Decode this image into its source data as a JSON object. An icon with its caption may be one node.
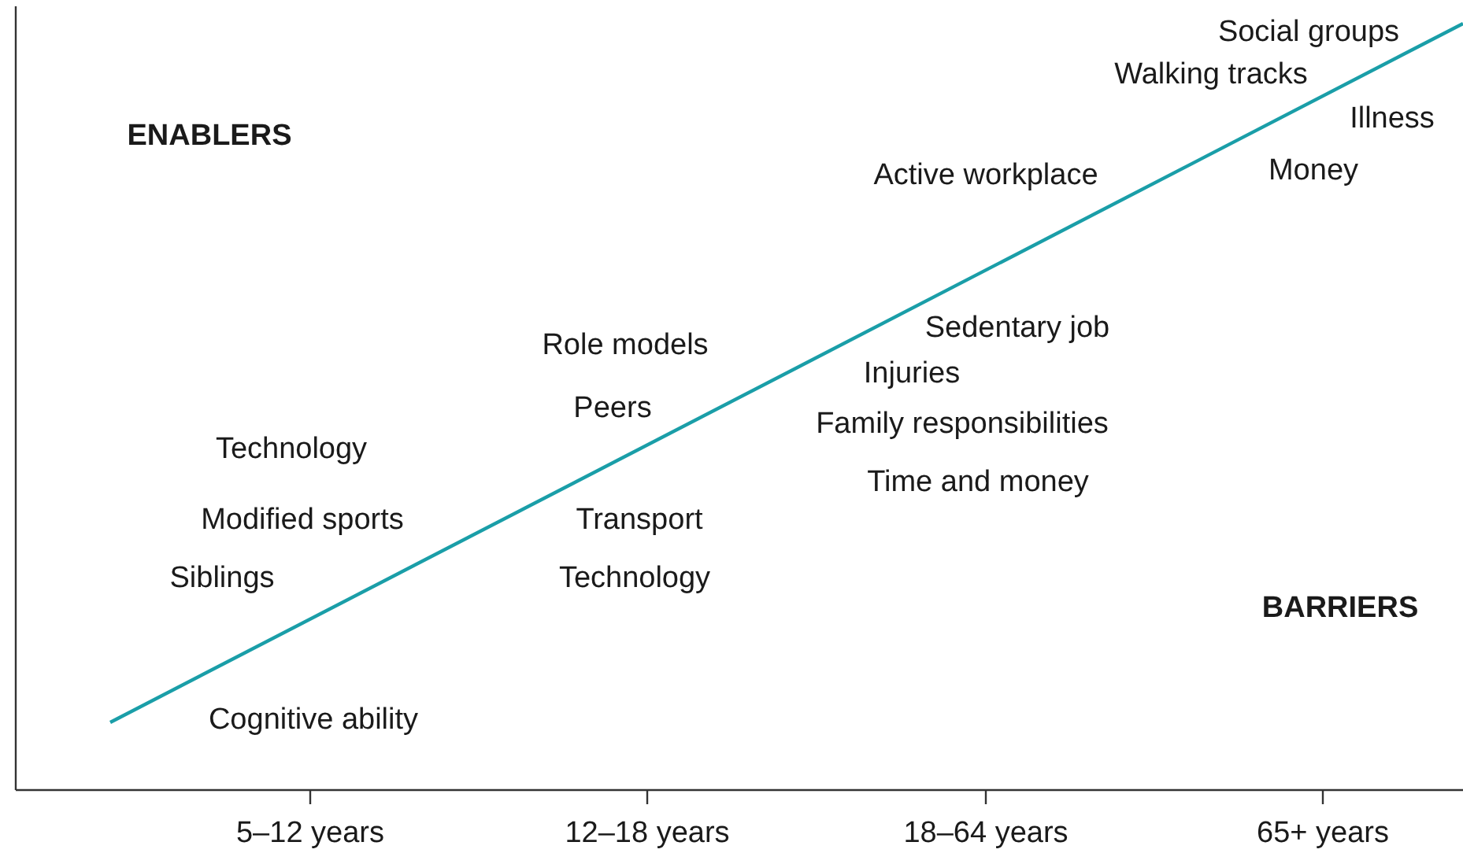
{
  "diagram": {
    "labels": [
      "Social groups",
      "Walking tracks",
      "ENABLERS",
      "Illness",
      "Active workplace",
      "Money",
      "Sedentary job",
      "Role models",
      "Injuries",
      "Peers",
      "Family responsibilities",
      "Technology",
      "Time and money",
      "Modified sports",
      "Transport",
      "Siblings",
      "Technology",
      "BARRIERS",
      "Cognitive ability",
      "5–12 years",
      "12–18 years",
      "18–64 years",
      "65+ years"
    ]
  }
}
